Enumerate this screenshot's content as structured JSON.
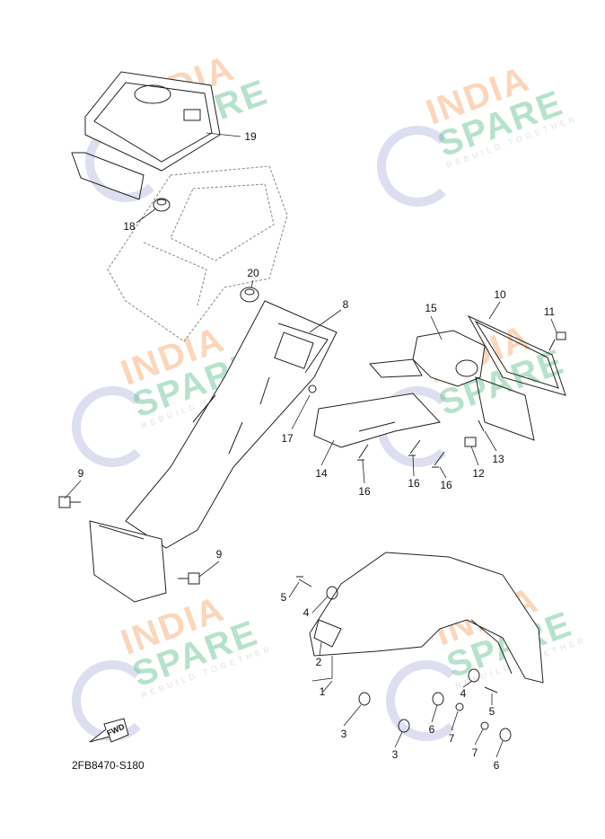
{
  "diagram": {
    "drawing_code": "2FB8470-S180",
    "fwd_label": "FWD",
    "callouts": [
      "19",
      "18",
      "20",
      "8",
      "15",
      "10",
      "11",
      "17",
      "14",
      "16",
      "16",
      "16",
      "12",
      "13",
      "9",
      "9",
      "5",
      "4",
      "2",
      "1",
      "3",
      "3",
      "6",
      "7",
      "7",
      "4",
      "5",
      "6"
    ]
  },
  "watermark": {
    "line1": "INDIA",
    "line2": "SPARE",
    "tagline": "REBUILD TOGETHER"
  },
  "colors": {
    "line": "#222222",
    "watermark_orange": "#f7a56a",
    "watermark_green": "#5fc08f",
    "watermark_blue": "#c8c9e6"
  }
}
